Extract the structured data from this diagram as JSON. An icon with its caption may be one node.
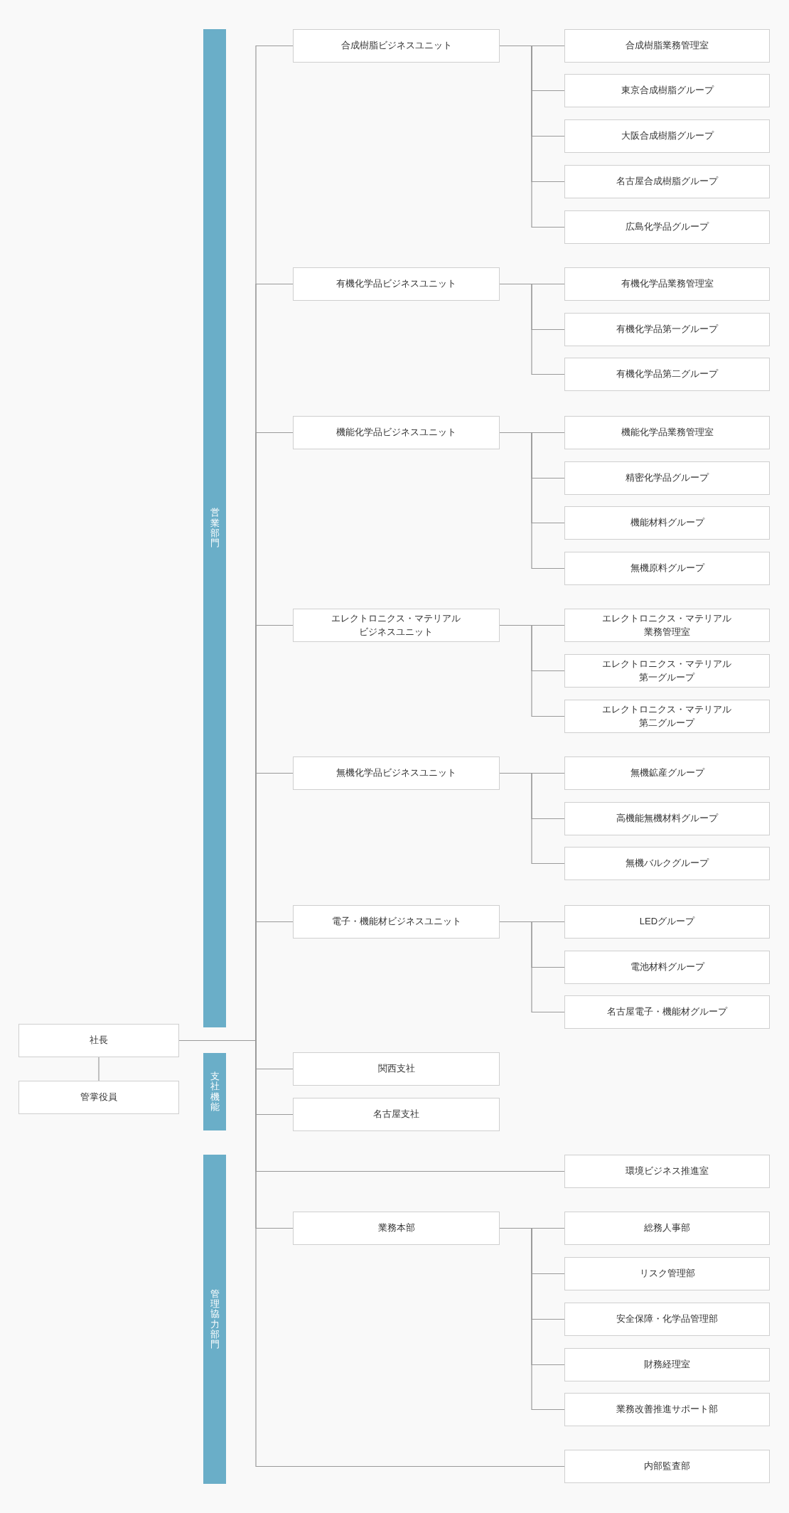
{
  "diagram": {
    "nodes": [
      {
        "text": [
          "営業部門"
        ]
      },
      {
        "text": [
          "合成樹脂ビジネスユニット"
        ]
      },
      {
        "text": [
          "合成樹脂業務管理室"
        ]
      },
      {
        "text": [
          "東京合成樹脂グループ"
        ]
      },
      {
        "text": [
          "大阪合成樹脂グループ"
        ]
      },
      {
        "text": [
          "名古屋合成樹脂グループ"
        ]
      },
      {
        "text": [
          "広島化学品グループ"
        ]
      },
      {
        "text": [
          "有機化学品ビジネスユニット"
        ]
      },
      {
        "text": [
          "有機化学品業務管理室"
        ]
      },
      {
        "text": [
          "有機化学品第一グループ"
        ]
      },
      {
        "text": [
          "有機化学品第二グループ"
        ]
      },
      {
        "text": [
          "機能化学品ビジネスユニット"
        ]
      },
      {
        "text": [
          "機能化学品業務管理室"
        ]
      },
      {
        "text": [
          "精密化学品グループ"
        ]
      },
      {
        "text": [
          "機能材料グループ"
        ]
      },
      {
        "text": [
          "無機原料グループ"
        ]
      },
      {
        "text": [
          "エレクトロニクス・マテリアルビジネスユニット"
        ]
      },
      {
        "text": [
          "エレクトロニクス・マテリアル業務管理室"
        ]
      },
      {
        "text": [
          "エレクトロニクス・マテリアル第一グループ"
        ]
      },
      {
        "text": [
          "エレクトロニクス・マテリアル第二グループ"
        ]
      },
      {
        "text": [
          "無機化学品ビジネスユニット"
        ]
      },
      {
        "text": [
          "無機鉱産グループ"
        ]
      },
      {
        "text": [
          "高機能無機材料グループ"
        ]
      },
      {
        "text": [
          "無機バルクグループ"
        ]
      },
      {
        "text": [
          "電子・機能材ビジネスユニット"
        ]
      },
      {
        "text": [
          "LEDグループ"
        ]
      },
      {
        "text": [
          "電池材料グループ"
        ]
      },
      {
        "text": [
          "名古屋電子・機能材グループ"
        ]
      },
      {
        "text": [
          "社長"
        ]
      },
      {
        "text": [
          "支社機能"
        ]
      },
      {
        "text": [
          "関西支社"
        ]
      },
      {
        "text": [
          "名古屋支社"
        ]
      },
      {
        "text": [
          "管掌役員"
        ]
      },
      {
        "text": [
          "管理協力部門"
        ]
      },
      {
        "text": [
          "環境ビジネス推進室"
        ]
      },
      {
        "text": [
          "業務本部"
        ]
      },
      {
        "text": [
          "総務人事部"
        ]
      },
      {
        "text": [
          "リスク管理部"
        ]
      },
      {
        "text": [
          "安全保障・化学品管理部"
        ]
      },
      {
        "text": [
          "財務経理室"
        ]
      },
      {
        "text": [
          "業務改善推進サポート部"
        ]
      },
      {
        "text": [
          "内部監査部"
        ]
      }
    ],
    "edges": [
      {
        "from": 28,
        "to": 32,
        "arrow": "none"
      },
      {
        "from": 28,
        "to": 1,
        "arrow": "none"
      },
      {
        "from": 28,
        "to": 7,
        "arrow": "none"
      },
      {
        "from": 28,
        "to": 11,
        "arrow": "none"
      },
      {
        "from": 28,
        "to": 16,
        "arrow": "none"
      },
      {
        "from": 28,
        "to": 20,
        "arrow": "none"
      },
      {
        "from": 28,
        "to": 24,
        "arrow": "none"
      },
      {
        "from": 28,
        "to": 30,
        "arrow": "none"
      },
      {
        "from": 28,
        "to": 31,
        "arrow": "none"
      },
      {
        "from": 28,
        "to": 34,
        "arrow": "none"
      },
      {
        "from": 28,
        "to": 35,
        "arrow": "none"
      },
      {
        "from": 28,
        "to": 41,
        "arrow": "none"
      },
      {
        "from": 1,
        "to": 2,
        "arrow": "none"
      },
      {
        "from": 1,
        "to": 3,
        "arrow": "none"
      },
      {
        "from": 1,
        "to": 4,
        "arrow": "none"
      },
      {
        "from": 1,
        "to": 5,
        "arrow": "none"
      },
      {
        "from": 1,
        "to": 6,
        "arrow": "none"
      },
      {
        "from": 7,
        "to": 8,
        "arrow": "none"
      },
      {
        "from": 7,
        "to": 9,
        "arrow": "none"
      },
      {
        "from": 7,
        "to": 10,
        "arrow": "none"
      },
      {
        "from": 11,
        "to": 12,
        "arrow": "none"
      },
      {
        "from": 11,
        "to": 13,
        "arrow": "none"
      },
      {
        "from": 11,
        "to": 14,
        "arrow": "none"
      },
      {
        "from": 11,
        "to": 15,
        "arrow": "none"
      },
      {
        "from": 16,
        "to": 17,
        "arrow": "none"
      },
      {
        "from": 16,
        "to": 18,
        "arrow": "none"
      },
      {
        "from": 16,
        "to": 19,
        "arrow": "none"
      },
      {
        "from": 20,
        "to": 21,
        "arrow": "none"
      },
      {
        "from": 20,
        "to": 22,
        "arrow": "none"
      },
      {
        "from": 20,
        "to": 23,
        "arrow": "none"
      },
      {
        "from": 24,
        "to": 25,
        "arrow": "none"
      },
      {
        "from": 24,
        "to": 26,
        "arrow": "none"
      },
      {
        "from": 24,
        "to": 27,
        "arrow": "none"
      },
      {
        "from": 35,
        "to": 36,
        "arrow": "none"
      },
      {
        "from": 35,
        "to": 37,
        "arrow": "none"
      },
      {
        "from": 35,
        "to": 38,
        "arrow": "none"
      },
      {
        "from": 35,
        "to": 39,
        "arrow": "none"
      },
      {
        "from": 35,
        "to": 40,
        "arrow": "none"
      }
    ]
  }
}
